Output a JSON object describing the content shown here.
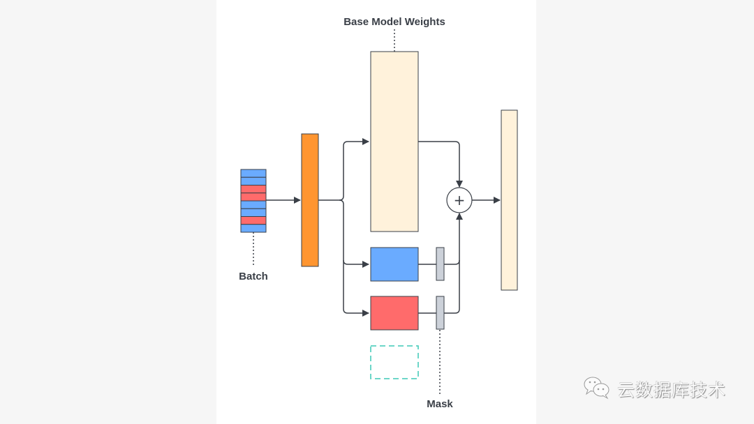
{
  "labels": {
    "base_model_weights": "Base Model Weights",
    "batch": "Batch",
    "mask": "Mask"
  },
  "batch_rows": [
    "blue",
    "blue",
    "red",
    "red",
    "blue",
    "blue",
    "red",
    "blue"
  ],
  "colors": {
    "blue": "#6aabff",
    "red": "#ff6b6b",
    "orange": "#ff9530",
    "cream": "#fff2db",
    "mask_gray": "#ccd1d9",
    "stroke": "#3a3f47",
    "placeholder_teal": "#3cc9b5"
  },
  "sum_symbol": "+",
  "watermark": {
    "icon": "wechat-icon",
    "text": "云数据库技术"
  }
}
